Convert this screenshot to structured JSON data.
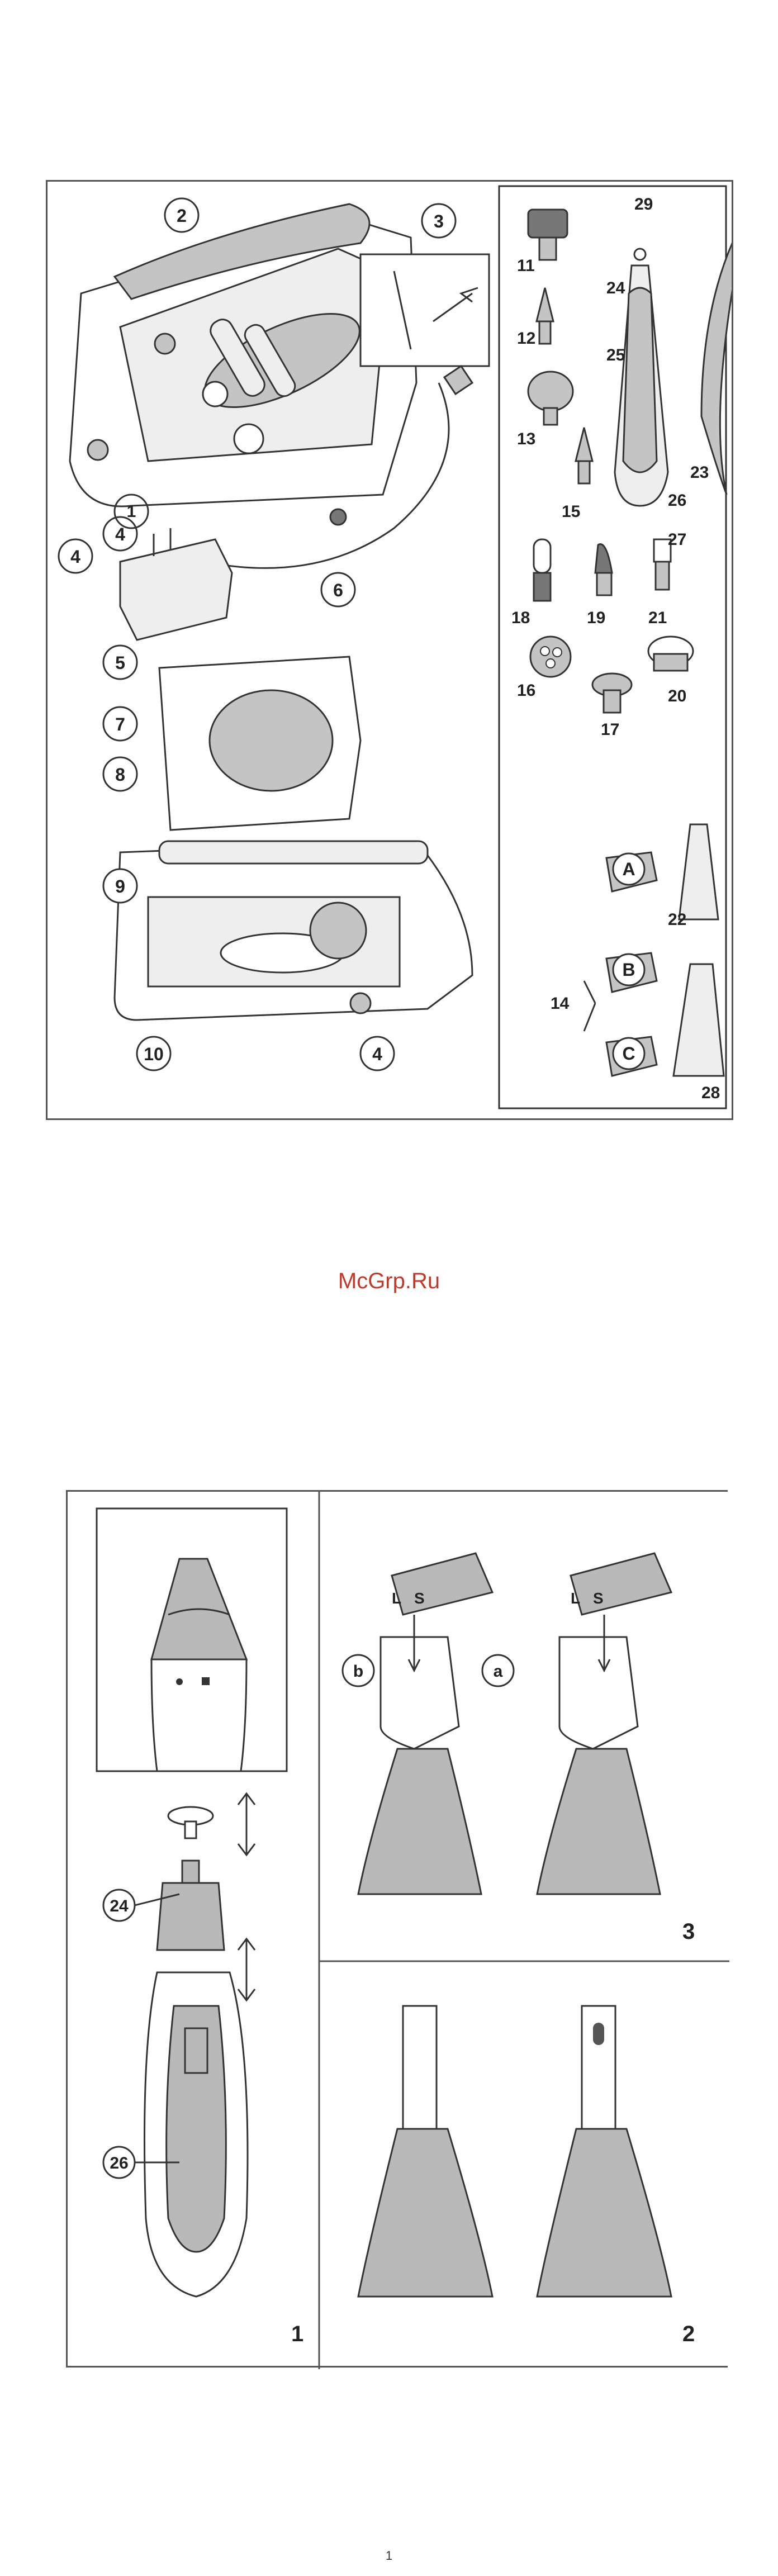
{
  "watermark": "McGrp.Ru",
  "page_number": "1",
  "overview": {
    "callouts": [
      "1",
      "2",
      "3",
      "4",
      "4",
      "5",
      "6",
      "7",
      "8",
      "9",
      "10"
    ],
    "parts": [
      "11",
      "12",
      "13",
      "14",
      "15",
      "16",
      "17",
      "18",
      "19",
      "20",
      "21",
      "22",
      "23",
      "24",
      "25",
      "26",
      "27",
      "28",
      "29"
    ],
    "comb_letters": [
      "A",
      "B",
      "C"
    ]
  },
  "fig1": {
    "label": "1",
    "parts": [
      "24",
      "26"
    ]
  },
  "fig2": {
    "label": "2"
  },
  "fig3": {
    "label": "3",
    "letters": [
      "a",
      "b"
    ],
    "marks": [
      "L",
      "S"
    ]
  },
  "colors": {
    "line": "#333333",
    "grey": "#b9b9b9",
    "dark": "#555555",
    "accent": "#c0392b"
  }
}
